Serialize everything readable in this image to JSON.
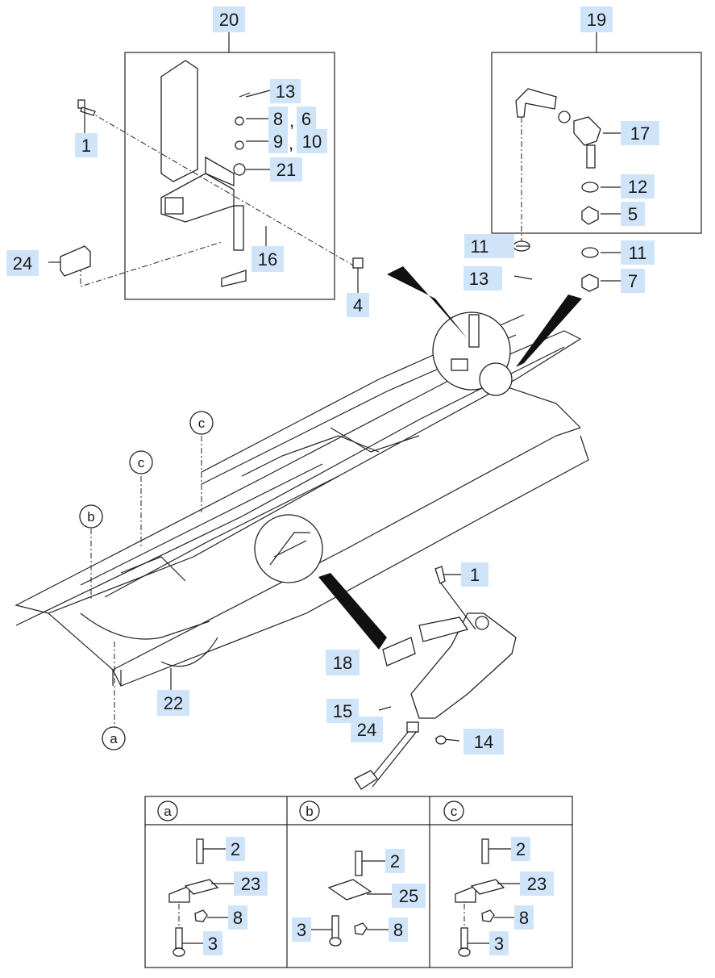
{
  "callouts": {
    "c20": "20",
    "c19": "19",
    "c1a": "1",
    "c13a": "13",
    "c8a": "8",
    "c6": "6",
    "c9": "9",
    "c10": "10",
    "c21": "21",
    "c24a": "24",
    "c16": "16",
    "c4": "4",
    "c17": "17",
    "c12": "12",
    "c5": "5",
    "c11a": "11",
    "c11b": "11",
    "c13b": "13",
    "c7": "7",
    "c1b": "1",
    "c18": "18",
    "c22": "22",
    "c15": "15",
    "c24b": "24",
    "c14": "14",
    "ta2": "2",
    "ta23": "23",
    "ta8": "8",
    "ta3": "3",
    "tb2": "2",
    "tb25": "25",
    "tb3": "3",
    "tb8": "8",
    "tc2": "2",
    "tc23": "23",
    "tc8": "8",
    "tc3": "3",
    "comma1": ",",
    "comma2": ","
  },
  "circles": {
    "a": "a",
    "b": "b",
    "c1": "c",
    "c2": "c"
  },
  "table": {
    "col_a": "a",
    "col_b": "b",
    "col_c": "c"
  },
  "colors": {
    "callout_bg": "#cfe4f8",
    "line": "#222222"
  }
}
